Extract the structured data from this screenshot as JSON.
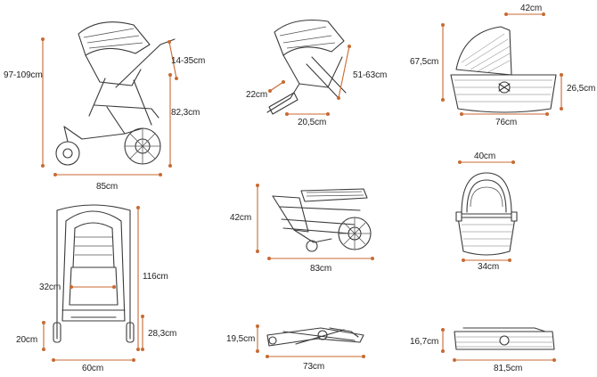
{
  "colors": {
    "dimension_line": "#c86a32",
    "drawing_ink": "#3a3a3a",
    "background": "#ffffff"
  },
  "labels": {
    "stroller_height": "97-109cm",
    "handle_offset": "14-35cm",
    "stroller_handle_height": "82,3cm",
    "stroller_length": "85cm",
    "seat_height": "51-63cm",
    "footrest_length": "22cm",
    "seat_depth": "20,5cm",
    "bassinet_top_width": "42cm",
    "bassinet_height": "67,5cm",
    "bassinet_depth": "26,5cm",
    "bassinet_length": "76cm",
    "front_seat_width": "32cm",
    "front_height": "116cm",
    "front_axle_height": "20cm",
    "front_base_height": "28,3cm",
    "front_width": "60cm",
    "folded_height": "42cm",
    "folded_length": "83cm",
    "bassinet_front_top": "40cm",
    "bassinet_front_bottom": "34cm",
    "flat_fold_height": "19,5cm",
    "flat_fold_length": "73cm",
    "bassinet_fold_height": "16,7cm",
    "bassinet_fold_length": "81,5cm"
  }
}
